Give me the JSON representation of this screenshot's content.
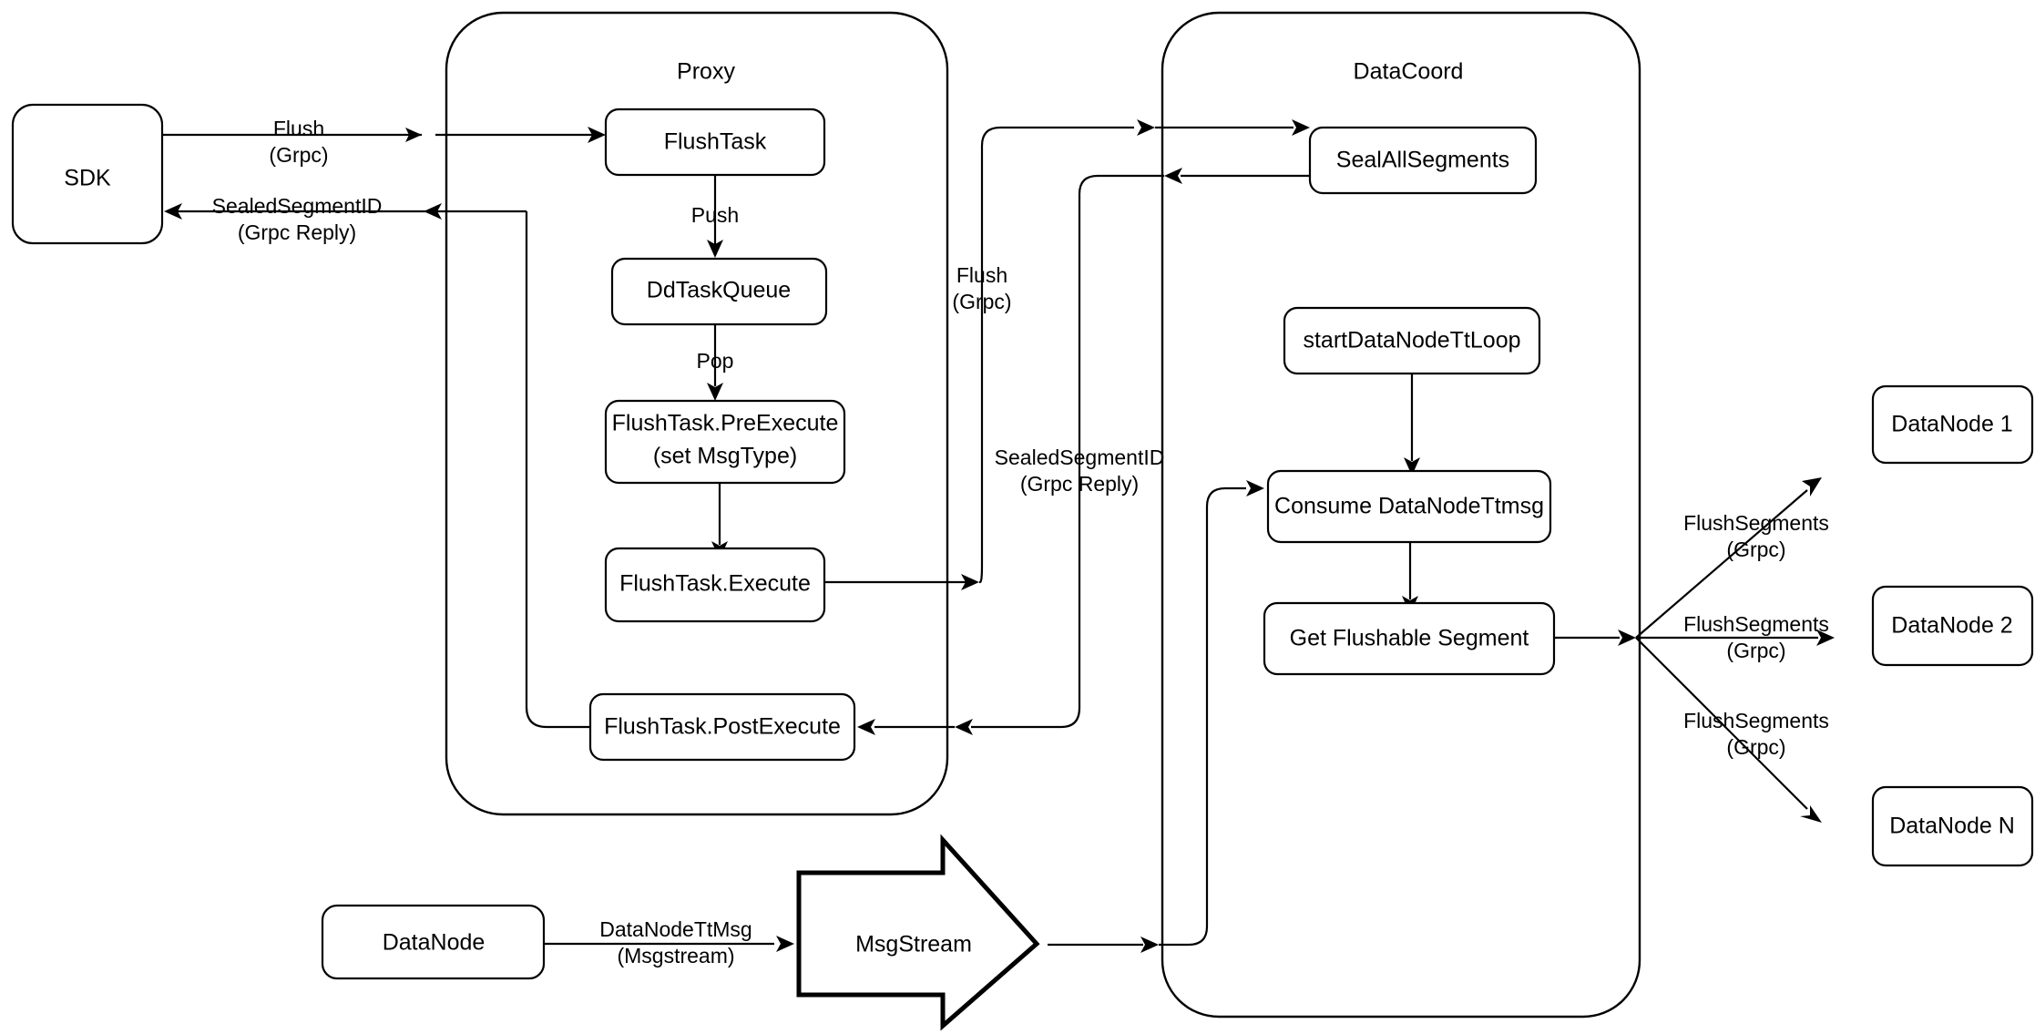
{
  "diagram": {
    "title_present": false,
    "type": "flowchart",
    "colors": {
      "background": "#ffffff",
      "stroke": "#000000",
      "node_fill": "#ffffff"
    },
    "groups": [
      {
        "id": "proxy",
        "label": "Proxy"
      },
      {
        "id": "datacoord",
        "label": "DataCoord"
      }
    ],
    "nodes": [
      {
        "id": "sdk",
        "label": "SDK"
      },
      {
        "id": "flushtask",
        "label": "FlushTask"
      },
      {
        "id": "ddtaskqueue",
        "label": "DdTaskQueue"
      },
      {
        "id": "preexecute_line1",
        "label": "FlushTask.PreExecute"
      },
      {
        "id": "preexecute_line2",
        "label": "(set MsgType)"
      },
      {
        "id": "execute",
        "label": "FlushTask.Execute"
      },
      {
        "id": "postexecute",
        "label": "FlushTask.PostExecute"
      },
      {
        "id": "sealallsegments",
        "label": "SealAllSegments"
      },
      {
        "id": "startdatanodettloop",
        "label": "startDataNodeTtLoop"
      },
      {
        "id": "consume",
        "label": "Consume DataNodeTtmsg"
      },
      {
        "id": "getflushable",
        "label": "Get Flushable Segment"
      },
      {
        "id": "datanode1",
        "label": "DataNode 1"
      },
      {
        "id": "datanode2",
        "label": "DataNode 2"
      },
      {
        "id": "datanoden",
        "label": "DataNode N"
      },
      {
        "id": "datanode_src",
        "label": "DataNode"
      },
      {
        "id": "msgstream",
        "label": "MsgStream"
      }
    ],
    "edge_labels": [
      {
        "id": "sdk_to_proxy",
        "line1": "Flush",
        "line2": "(Grpc)"
      },
      {
        "id": "proxy_to_sdk",
        "line1": "SealedSegmentID",
        "line2": "(Grpc Reply)"
      },
      {
        "id": "flushtask_push",
        "line1": "Push",
        "line2": ""
      },
      {
        "id": "queue_pop",
        "line1": "Pop",
        "line2": ""
      },
      {
        "id": "proxy_to_coord",
        "line1": "Flush",
        "line2": "(Grpc)"
      },
      {
        "id": "coord_to_proxy",
        "line1": "SealedSegmentID",
        "line2": "(Grpc Reply)"
      },
      {
        "id": "flush_dn1",
        "line1": "FlushSegments",
        "line2": "(Grpc)"
      },
      {
        "id": "flush_dn2",
        "line1": "FlushSegments",
        "line2": "(Grpc)"
      },
      {
        "id": "flush_dnn",
        "line1": "FlushSegments",
        "line2": "(Grpc)"
      },
      {
        "id": "datanode_ttmsg",
        "line1": "DataNodeTtMsg",
        "line2": "(Msgstream)"
      }
    ]
  }
}
